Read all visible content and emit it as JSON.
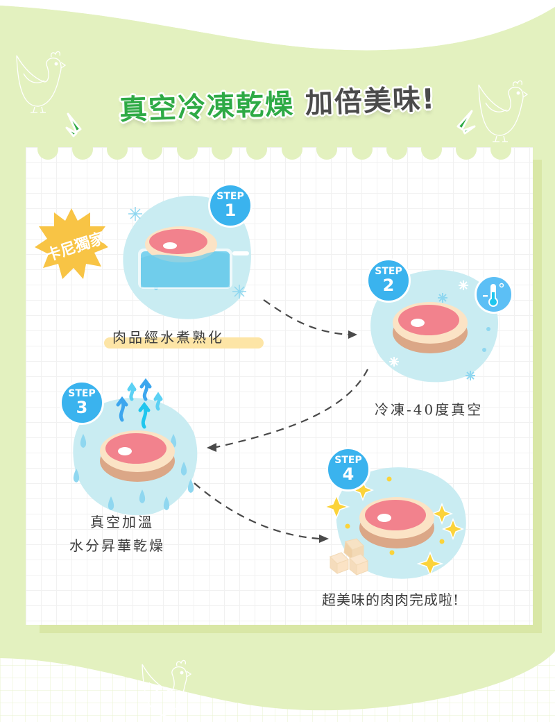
{
  "title": {
    "green_part": "真空冷凍乾燥",
    "dark_part": "加倍美味!"
  },
  "badge": {
    "label": "卡尼獨家",
    "color": "#f8c445"
  },
  "steps": [
    {
      "step_label": "STEP",
      "number": "1",
      "caption": "肉品經水煮熟化"
    },
    {
      "step_label": "STEP",
      "number": "2",
      "caption": "冷凍-40度真空"
    },
    {
      "step_label": "STEP",
      "number": "3",
      "caption_line1": "真空加溫",
      "caption_line2": "水分昇華乾燥"
    },
    {
      "step_label": "STEP",
      "number": "4",
      "caption": "超美味的肉肉完成啦!"
    }
  ],
  "colors": {
    "background": "#e3f1bf",
    "title_green": "#2eaa45",
    "title_dark": "#4b4b4b",
    "step_blue": "#3ab3ee",
    "blob": "#c9ecf2",
    "meat_pink": "#f2828d",
    "meat_fat": "#fbe3c5",
    "meat_side": "#dba787"
  }
}
